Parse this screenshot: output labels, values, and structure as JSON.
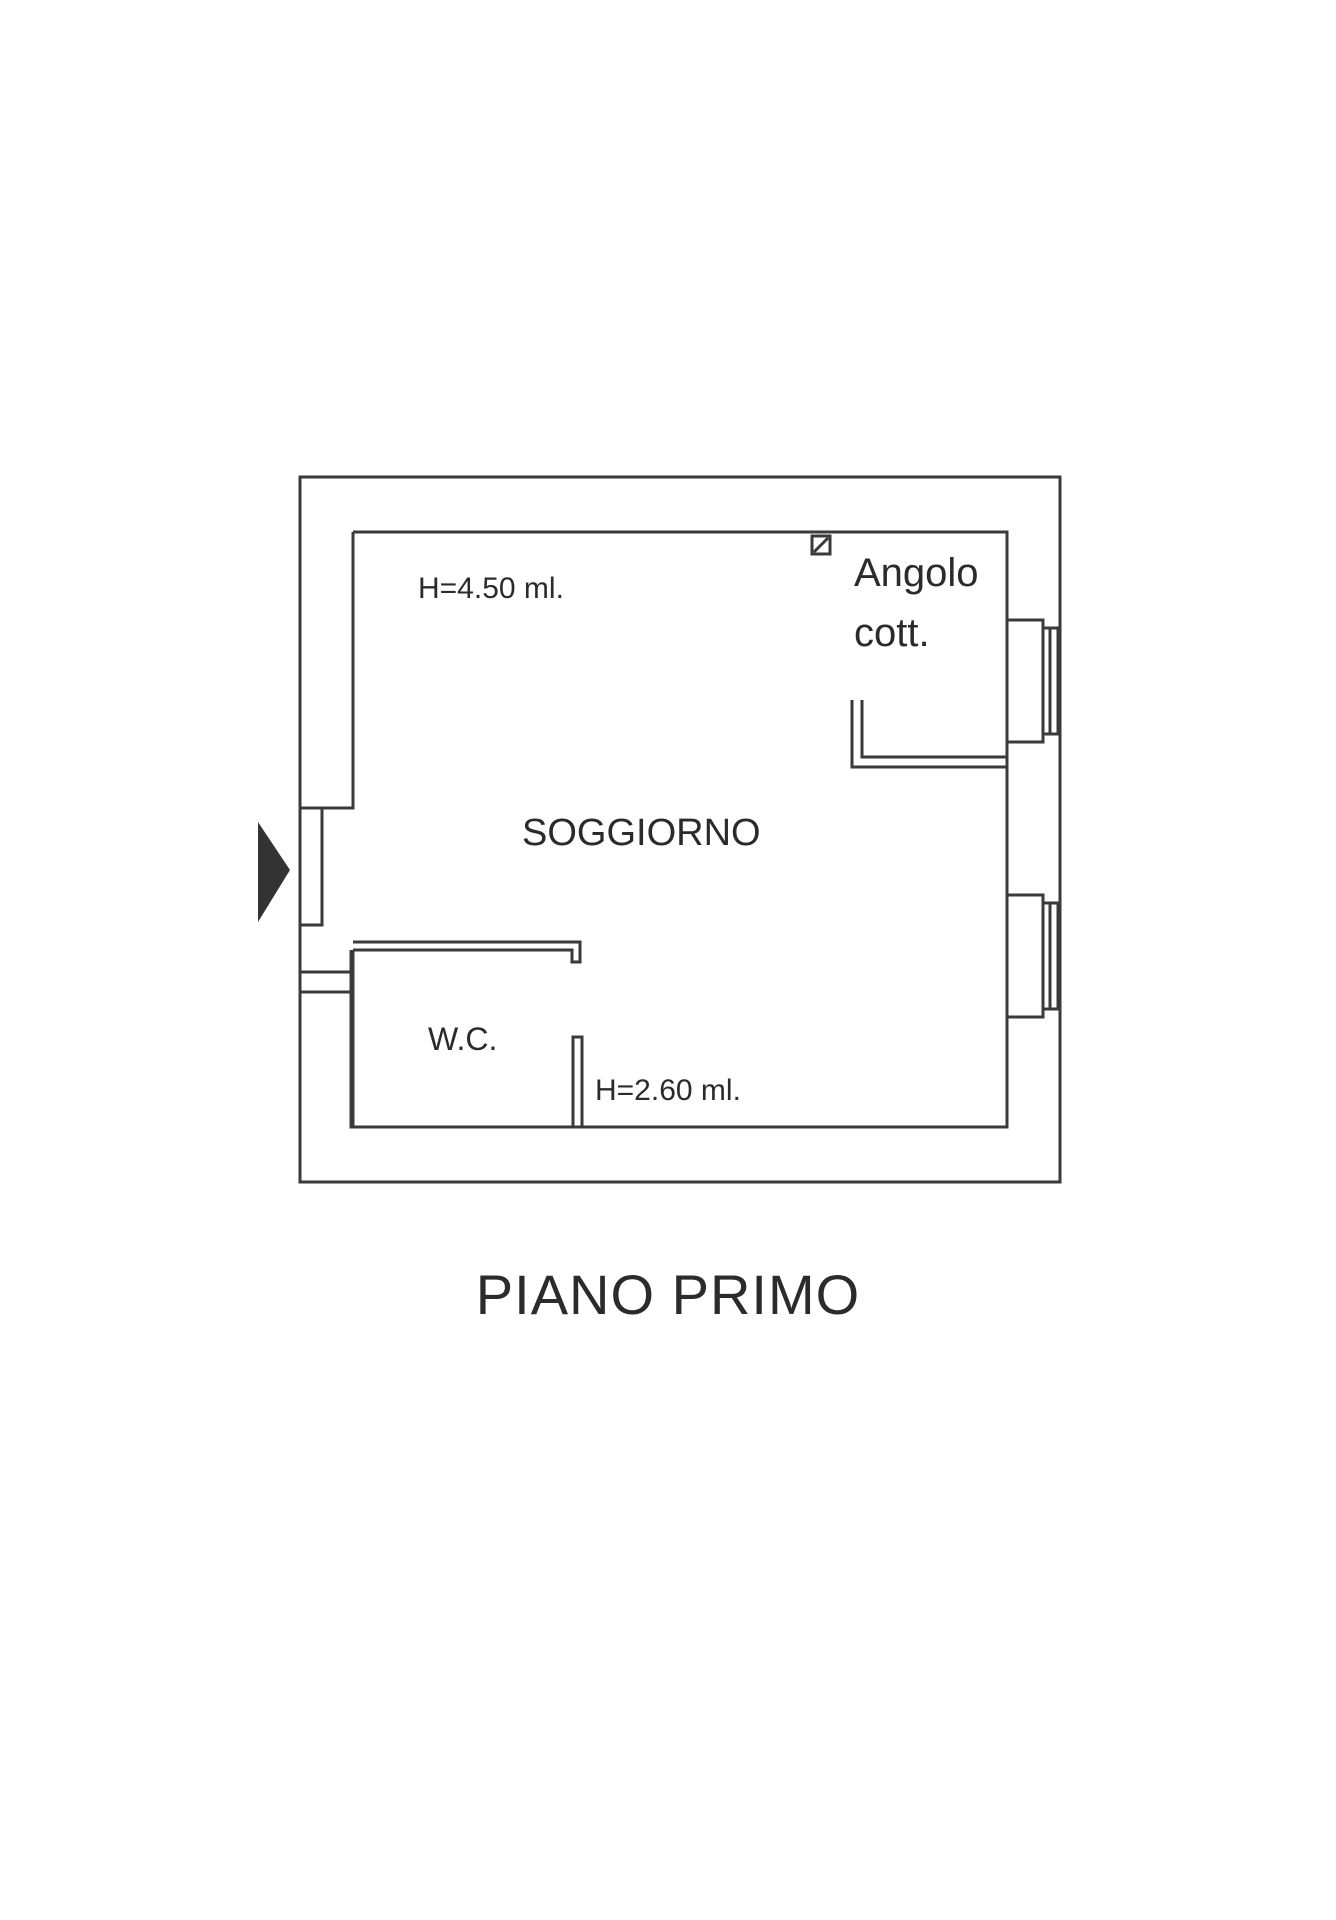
{
  "plan": {
    "floor_title": "PIANO PRIMO",
    "rooms": {
      "living": "SOGGIORNO",
      "kitchen_line1": "Angolo",
      "kitchen_line2": "cott.",
      "wc": "W.C."
    },
    "heights": {
      "main": "H=4.50 ml.",
      "wc": "H=2.60 ml."
    },
    "colors": {
      "line": "#3a3a3a",
      "text": "#2b2b2b",
      "entrance_arrow": "#333333"
    },
    "icons": {
      "entrance": "entrance-arrow-icon",
      "flue": "flue-icon"
    }
  }
}
